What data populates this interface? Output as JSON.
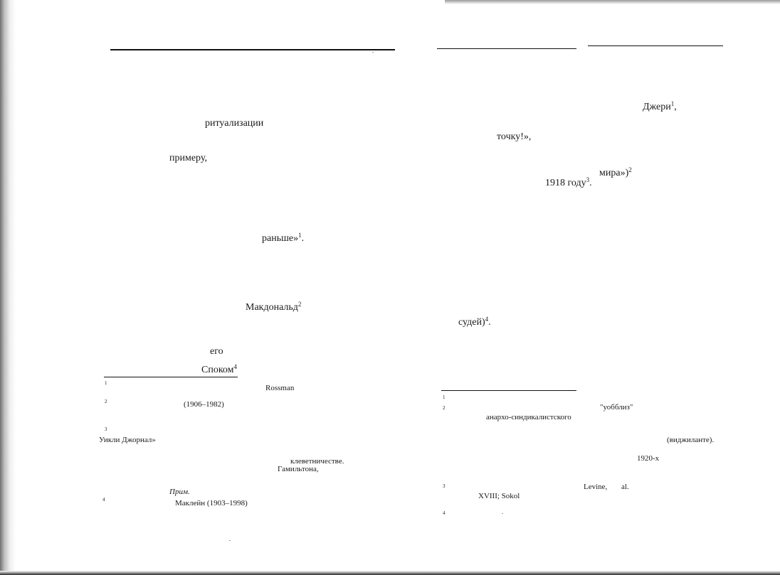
{
  "left_page": {
    "body_lines": [
      {
        "text": "ритуализации"
      },
      {
        "text": "примеру,"
      },
      {
        "text": "раньше»",
        "sup": "1",
        "tail": "."
      },
      {
        "text": "Макдональд",
        "sup": "2"
      },
      {
        "text": "его"
      },
      {
        "text": "Споком",
        "sup": "4"
      }
    ],
    "footnotes": {
      "n1": "1",
      "rossman": "Rossman",
      "n2": "2",
      "years_1906": "(1906–1982)",
      "n3": "3",
      "uikli": "Уикли Джорнал»",
      "klevet": "клеветничестве.",
      "hamilton": "Гамильтона,",
      "prim": "Прим.",
      "n4": "4",
      "maclein": "Маклейн  (1903–1998)"
    }
  },
  "right_page": {
    "body_lines": [
      {
        "text": "Джери",
        "sup": "1",
        "tail": ","
      },
      {
        "text": "точку!»,"
      },
      {
        "text": "мира»)",
        "sup": "2"
      },
      {
        "text": "1918 году",
        "sup": "3",
        "tail": "."
      },
      {
        "text": "судей)",
        "sup": "4",
        "tail": "."
      }
    ],
    "footnotes": {
      "n1": "1",
      "n2": "2",
      "uobbliz": "\"уобблиз\"",
      "anarcho": "анархо-синдикалистского",
      "vigilante": "(виджиланте).",
      "twenties": "1920-х",
      "n3": "3",
      "levine": "Levine,",
      "al": "al.",
      "xviii": "XVIII; Sokol",
      "n4": "4"
    }
  }
}
